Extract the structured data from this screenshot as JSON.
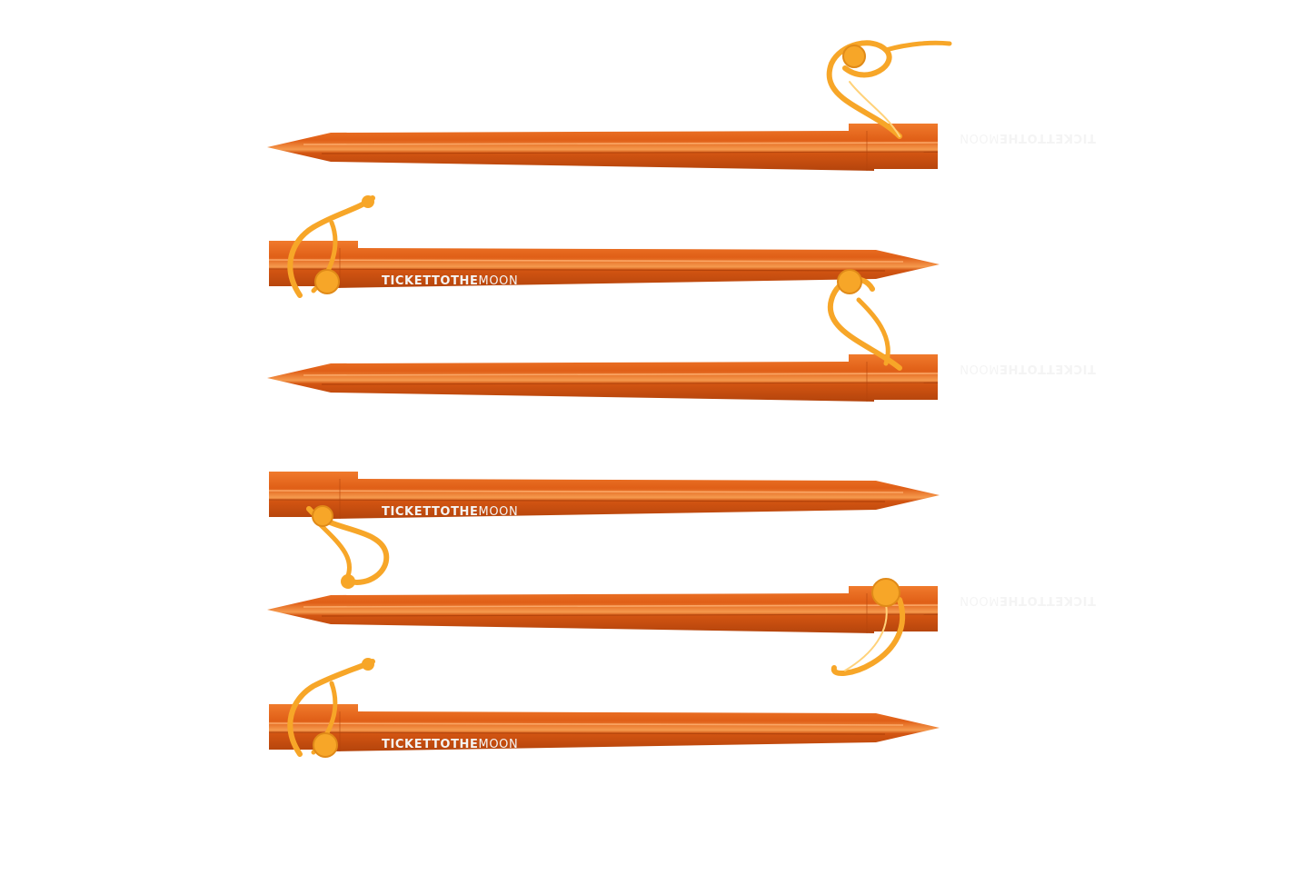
{
  "photo": {
    "background": "#ffffff",
    "peg_color": "#e05f17",
    "peg_highlight": "#f48a3c",
    "peg_shadow": "#b4440c",
    "cord_color": "#f7a628",
    "cord_highlight": "#ffd27a",
    "peg_count": 6
  },
  "brand": {
    "part1": "TICKET",
    "part2": "TOTHE",
    "part3": "MOON"
  },
  "pegs": [
    {
      "orientation": "tip-left",
      "text_mirrored": true,
      "cord": "tall-loop"
    },
    {
      "orientation": "tip-right",
      "text_mirrored": false,
      "cord": "tall-loop"
    },
    {
      "orientation": "tip-left",
      "text_mirrored": true,
      "cord": "tall-loop"
    },
    {
      "orientation": "tip-right",
      "text_mirrored": false,
      "cord": "hanging-loop"
    },
    {
      "orientation": "tip-left",
      "text_mirrored": true,
      "cord": "hanging-loop"
    },
    {
      "orientation": "tip-right",
      "text_mirrored": false,
      "cord": "tall-loop"
    }
  ]
}
